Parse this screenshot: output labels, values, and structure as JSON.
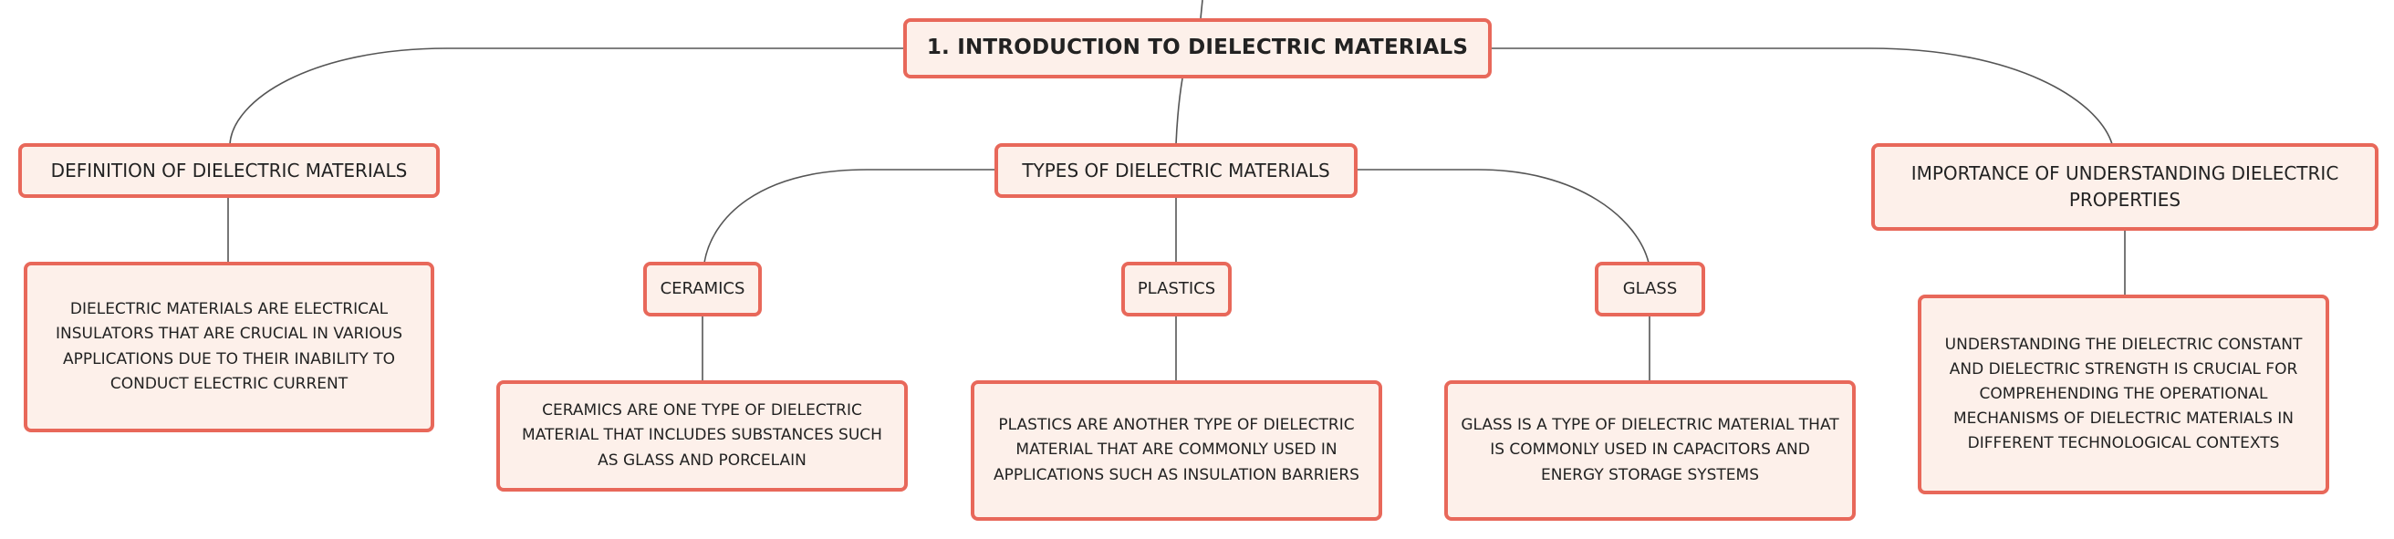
{
  "diagram": {
    "root": "1. INTRODUCTION TO DIELECTRIC MATERIALS",
    "definition": {
      "title": "DEFINITION OF DIELECTRIC MATERIALS",
      "text": "DIELECTRIC MATERIALS ARE ELECTRICAL INSULATORS THAT ARE CRUCIAL IN VARIOUS APPLICATIONS DUE TO THEIR INABILITY TO CONDUCT ELECTRIC CURRENT"
    },
    "types": {
      "title": "TYPES OF DIELECTRIC MATERIALS",
      "ceramics": {
        "title": "CERAMICS",
        "text": "CERAMICS ARE ONE TYPE OF DIELECTRIC MATERIAL THAT INCLUDES SUBSTANCES SUCH AS GLASS AND PORCELAIN"
      },
      "plastics": {
        "title": "PLASTICS",
        "text": "PLASTICS ARE ANOTHER TYPE OF DIELECTRIC MATERIAL THAT ARE COMMONLY USED IN APPLICATIONS SUCH AS INSULATION BARRIERS"
      },
      "glass": {
        "title": "GLASS",
        "text": "GLASS IS A TYPE OF DIELECTRIC MATERIAL THAT IS COMMONLY USED IN CAPACITORS AND ENERGY STORAGE SYSTEMS"
      }
    },
    "importance": {
      "title": "IMPORTANCE OF UNDERSTANDING DIELECTRIC PROPERTIES",
      "text": "UNDERSTANDING THE DIELECTRIC CONSTANT AND DIELECTRIC STRENGTH IS CRUCIAL FOR COMPREHENDING THE OPERATIONAL MECHANISMS OF DIELECTRIC MATERIALS IN DIFFERENT TECHNOLOGICAL CONTEXTS"
    }
  },
  "colors": {
    "node_border": "#e8685a",
    "node_fill": "#fdf0ea",
    "connector": "#555555"
  }
}
